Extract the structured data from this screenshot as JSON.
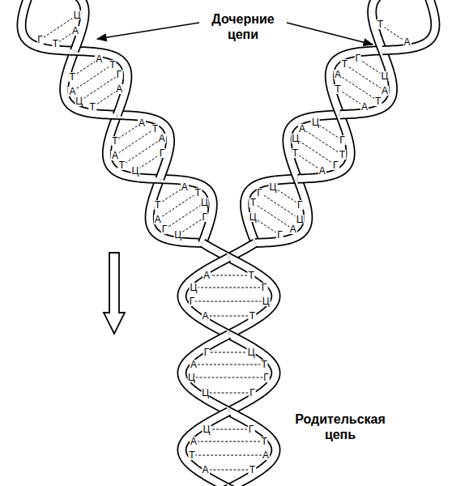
{
  "diagram": {
    "labels": [
      "Дочерние цепи",
      "Г",
      "Ц",
      "Ц",
      "Г",
      "Т",
      "А",
      "А",
      "Т",
      "Ц",
      "Г",
      "Т",
      "А",
      "А",
      "Т",
      "Т",
      "А",
      "А",
      "Т",
      "Г",
      "Ц",
      "Т",
      "А",
      "А",
      "Т",
      "Т",
      "А",
      "Г",
      "Ц",
      "Г",
      "Ц",
      "А",
      "Т",
      "Ц",
      "Г",
      "Г",
      "Ц",
      "Т",
      "А",
      "Ц",
      "Г",
      "А",
      "Т",
      "Ц",
      "Г",
      "А",
      "Т",
      "Т",
      "А",
      "А",
      "Т",
      "Ц",
      "Г",
      "Т",
      "А",
      "Т",
      "А",
      "Г",
      "Ц",
      "Ц",
      "Г",
      "Т",
      "А",
      "Г",
      "Ц",
      "А",
      "Т",
      "Ц",
      "Г",
      "Ц",
      "Г",
      "Г",
      "Ц",
      "Т",
      "А",
      "А",
      "Т",
      "Т",
      "А",
      "Родительская цепь"
    ]
  }
}
